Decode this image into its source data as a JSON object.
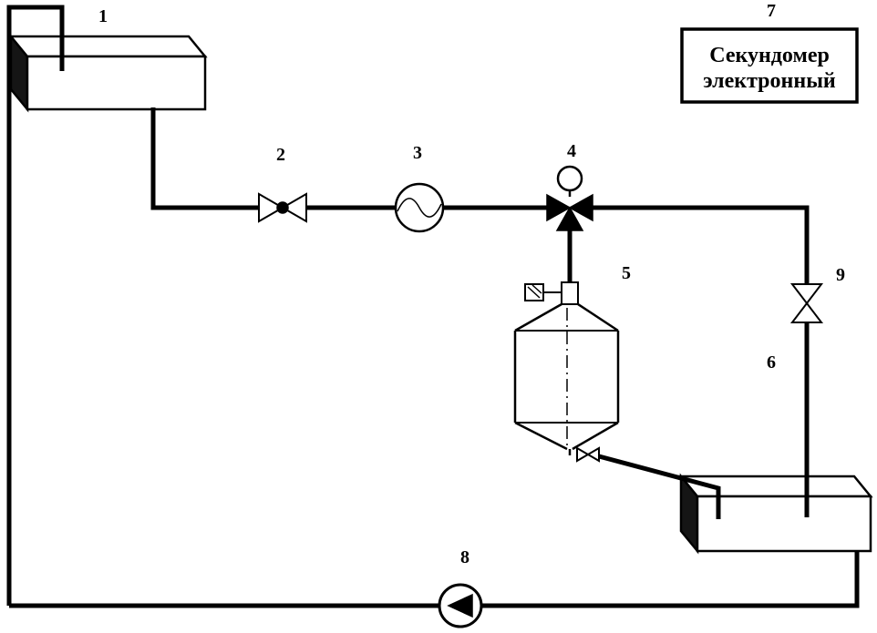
{
  "diagram": {
    "background": "#ffffff",
    "line_color": "#000000",
    "labels": {
      "n1": "1",
      "n2": "2",
      "n3": "3",
      "n4": "4",
      "n5": "5",
      "n6": "6",
      "n7": "7",
      "n8": "8",
      "n9": "9"
    },
    "stopwatch": {
      "line1": "Секундомер",
      "line2": "электронный"
    }
  }
}
